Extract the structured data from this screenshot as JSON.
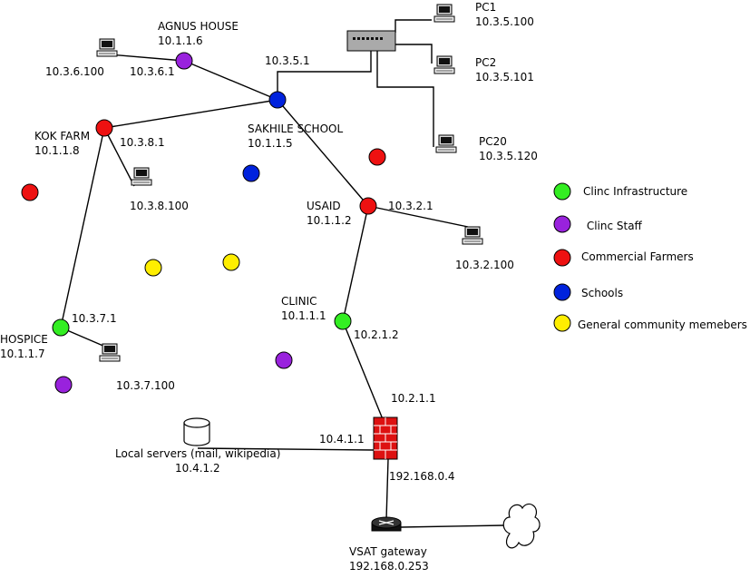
{
  "colors": {
    "infrastructure": "#33ee22",
    "staff": "#9922dd",
    "farmers": "#ee1111",
    "schools": "#0022dd",
    "community": "#ffee00",
    "firewall": "#dd1111",
    "line": "#000000"
  },
  "legend": [
    {
      "key": "infrastructure",
      "label": "Clinc Infrastructure"
    },
    {
      "key": "staff",
      "label": " Clinc Staff"
    },
    {
      "key": "farmers",
      "label": "Commercial Farmers"
    },
    {
      "key": "schools",
      "label": "Schools"
    },
    {
      "key": "community",
      "label": "General community memebers"
    }
  ],
  "nodes": {
    "agnus_house": {
      "name": "AGNUS HOUSE",
      "ip": "10.1.1.6",
      "link_ip": "10.3.6.1"
    },
    "sakhile_school": {
      "name": "SAKHILE SCHOOL",
      "ip": "10.1.1.5",
      "link_ip": "10.3.5.1"
    },
    "kok_farm": {
      "name": "KOK FARM",
      "ip": "10.1.1.8",
      "link_ip": "10.3.8.1"
    },
    "usaid": {
      "name": "USAID",
      "ip": "10.1.1.2",
      "link_ip": "10.3.2.1"
    },
    "clinic": {
      "name": "CLINIC",
      "ip": "10.1.1.1",
      "link_ip": "10.2.1.2"
    },
    "hospice": {
      "name": "HOSPICE",
      "ip": "10.1.1.7",
      "link_ip": "10.3.7.1"
    }
  },
  "pcs": {
    "pc1": {
      "name": "PC1",
      "ip": "10.3.5.100"
    },
    "pc2": {
      "name": "PC2",
      "ip": "10.3.5.101"
    },
    "pc20": {
      "name": "PC20",
      "ip": "10.3.5.120"
    },
    "agnus_pc": {
      "ip": "10.3.6.100"
    },
    "kok_pc": {
      "ip": "10.3.8.100"
    },
    "usaid_pc": {
      "ip": "10.3.2.100"
    },
    "hospice_pc": {
      "ip": "10.3.7.100"
    }
  },
  "firewall": {
    "ip_top": "10.2.1.1",
    "ip_left": "10.4.1.1",
    "ip_bottom": "192.168.0.4"
  },
  "servers": {
    "label": "Local servers (mail, wikipedia)",
    "ip": "10.4.1.2"
  },
  "gateway": {
    "label": "VSAT gateway",
    "ip": "192.168.0.253"
  }
}
